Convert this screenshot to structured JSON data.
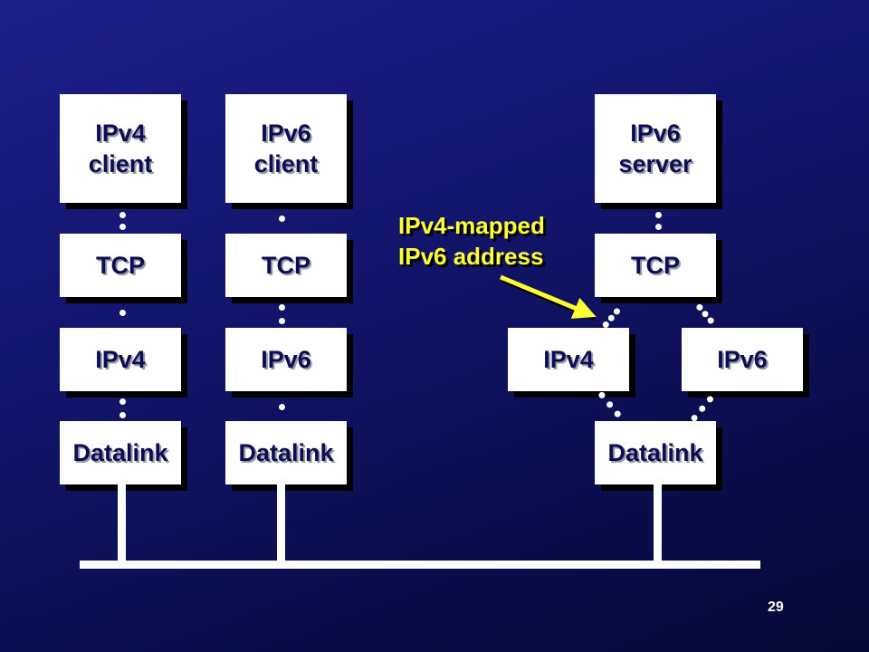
{
  "nodes": {
    "ipv4_client": "IPv4\nclient",
    "ipv6_client": "IPv6\nclient",
    "ipv6_server": "IPv6\nserver",
    "tcp": "TCP",
    "ipv4": "IPv4",
    "ipv6": "IPv6",
    "datalink": "Datalink"
  },
  "annotation": "IPv4-mapped\nIPv6 address",
  "page_number": "29",
  "colors": {
    "box_text": "#0d0d55",
    "callout": "#ffff33",
    "arrow": "#ffff33"
  }
}
